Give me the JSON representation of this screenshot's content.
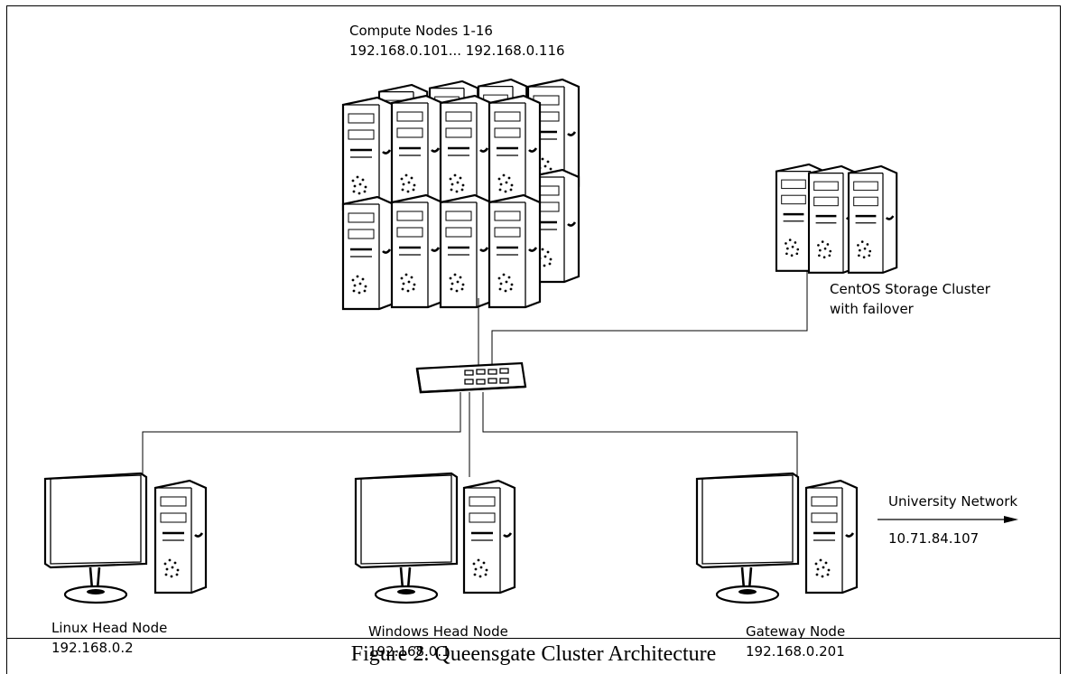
{
  "diagram": {
    "compute": {
      "title": "Compute Nodes 1-16",
      "ips": "192.168.0.101... 192.168.0.116"
    },
    "storage": {
      "line1": "CentOS Storage Cluster",
      "line2": "with failover"
    },
    "linux_head": {
      "name": "Linux Head Node",
      "ip": "192.168.0.2"
    },
    "windows_head": {
      "name": "Windows Head Node",
      "ip": "192.168.0.1"
    },
    "gateway": {
      "name": "Gateway Node",
      "ip": "192.168.0.201"
    },
    "university": {
      "name": "University Network",
      "ip": "10.71.84.107"
    }
  },
  "caption": "Figure 2. Queensgate Cluster Architecture"
}
